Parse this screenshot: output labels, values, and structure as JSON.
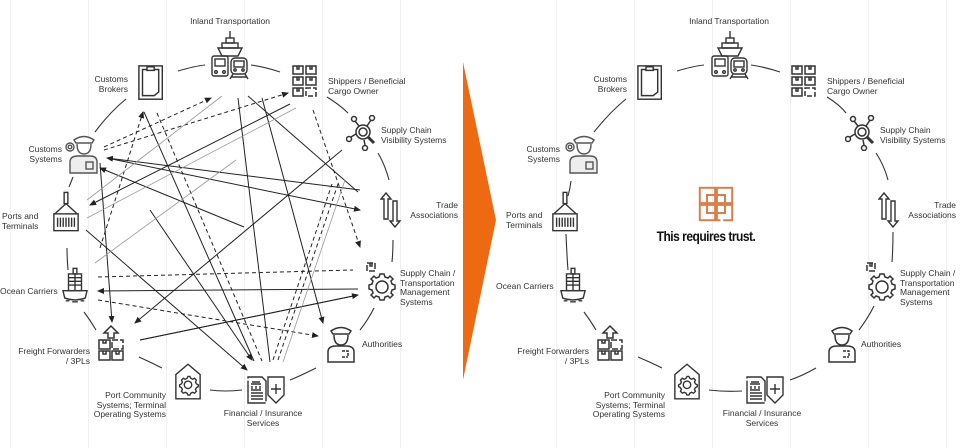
{
  "colors": {
    "accent": "#ee6a12",
    "trust_icon": "#d9804a",
    "line": "#222222",
    "thin_line": "#888888",
    "text": "#333333"
  },
  "transition_arrow": {
    "icon": "chevron-right-arrow",
    "color": "#ee6a12"
  },
  "left_panel": {
    "description": "point-to-point connections between stakeholders",
    "nodes": [
      {
        "id": "inland",
        "label": "Inland Transportation",
        "icon": "ship-truck-train-icon"
      },
      {
        "id": "customs_brokers",
        "label": "Customs\nBrokers",
        "icon": "document-icon"
      },
      {
        "id": "shippers",
        "label": "Shippers / Beneficial\nCargo Owner",
        "icon": "boxes-icon"
      },
      {
        "id": "sc_visibility",
        "label": "Supply Chain\nVisibility Systems",
        "icon": "magnifier-network-icon"
      },
      {
        "id": "trade_assoc",
        "label": "Trade\nAssociations",
        "icon": "up-down-arrows-icon"
      },
      {
        "id": "sc_tms",
        "label": "Supply Chain /\nTransportation\nManagement\nSystems",
        "icon": "gear-box-icon"
      },
      {
        "id": "authorities",
        "label": "Authorities",
        "icon": "officer-icon"
      },
      {
        "id": "financial",
        "label": "Financial / Insurance\nServices",
        "icon": "bank-document-shield-icon"
      },
      {
        "id": "port_community",
        "label": "Port Community\nSystems; Terminal\nOperating Systems",
        "icon": "gear-house-icon"
      },
      {
        "id": "freight_fwd",
        "label": "Freight Forwarders\n/ 3PLs",
        "icon": "boxes-upload-icon"
      },
      {
        "id": "ocean",
        "label": "Ocean Carriers",
        "icon": "cargo-ship-icon"
      },
      {
        "id": "ports",
        "label": "Ports and\nTerminals",
        "icon": "crane-container-icon"
      },
      {
        "id": "customs_sys",
        "label": "Customs\nSystems",
        "icon": "officer-gear-icon"
      }
    ]
  },
  "right_panel": {
    "center_icon": "interlocked-squares-icon",
    "center_text": "This requires trust.",
    "nodes_same_as_left": true
  }
}
